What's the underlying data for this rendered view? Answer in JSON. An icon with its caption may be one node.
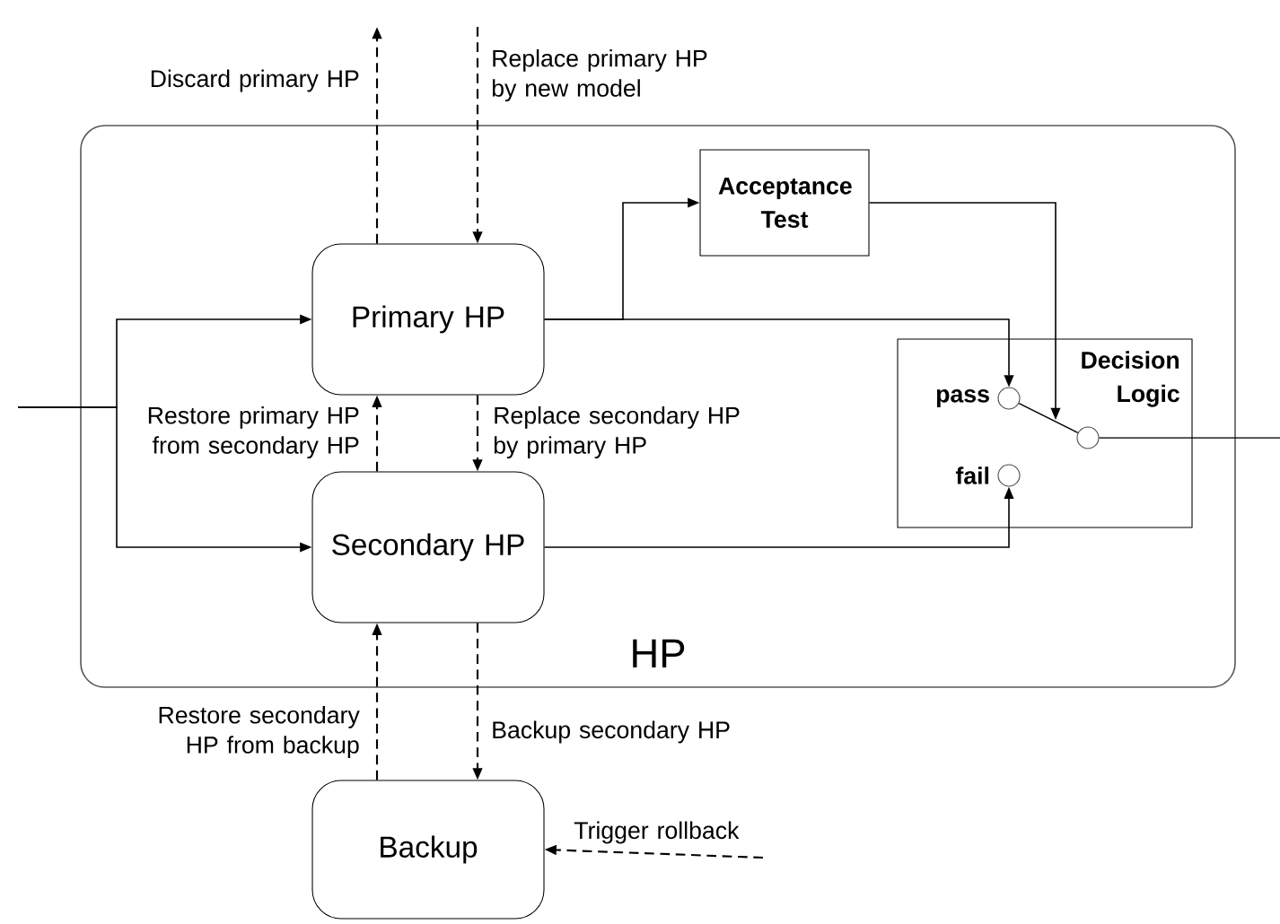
{
  "diagram": {
    "nodes": [
      {
        "text": [
          "HP"
        ]
      },
      {
        "text": [
          "Primary HP"
        ],
        "in": 0
      },
      {
        "text": [
          "Acceptance Test"
        ],
        "in": 0
      },
      {
        "text": [
          "Decision Logic"
        ],
        "in": 0
      },
      {
        "text": [],
        "shape": "circle",
        "beside": [
          "pass"
        ],
        "in": 3
      },
      {
        "text": [],
        "shape": "circle",
        "in": 3
      },
      {
        "text": [],
        "shape": "circle",
        "beside": [
          "fail"
        ],
        "in": 3
      },
      {
        "text": [
          "Secondary HP"
        ],
        "in": 0
      },
      {
        "text": [
          "Backup"
        ]
      }
    ],
    "edges": [
      {
        "from": null,
        "to": 1,
        "arrow": "to"
      },
      {
        "from": null,
        "to": 7,
        "arrow": "to"
      },
      {
        "from": 1,
        "to": 2,
        "arrow": "to"
      },
      {
        "from": 1,
        "to": 4,
        "arrow": "to"
      },
      {
        "from": 2,
        "to": null,
        "arrow": "to"
      },
      {
        "from": 4,
        "to": 5,
        "arrow": "none"
      },
      {
        "from": 5,
        "to": null,
        "arrow": "none"
      },
      {
        "from": 7,
        "to": 6,
        "arrow": "to"
      },
      {
        "from": 1,
        "to": null,
        "arrow": "to",
        "style": "dashed",
        "label": "Discard primary HP"
      },
      {
        "from": null,
        "to": 1,
        "arrow": "to",
        "style": "dashed",
        "label": "Replace primary HP by new model"
      },
      {
        "from": 7,
        "to": 1,
        "arrow": "to",
        "style": "dashed",
        "label": "Restore primary HP from secondary HP"
      },
      {
        "from": 1,
        "to": 7,
        "arrow": "to",
        "style": "dashed",
        "label": "Replace secondary HP by primary HP"
      },
      {
        "from": 8,
        "to": 7,
        "arrow": "to",
        "style": "dashed",
        "label": "Restore secondary HP from backup"
      },
      {
        "from": 7,
        "to": 8,
        "arrow": "to",
        "style": "dashed",
        "label": "Backup secondary HP"
      },
      {
        "from": null,
        "to": 8,
        "arrow": "to",
        "style": "dashed",
        "label": "Trigger rollback"
      }
    ]
  }
}
